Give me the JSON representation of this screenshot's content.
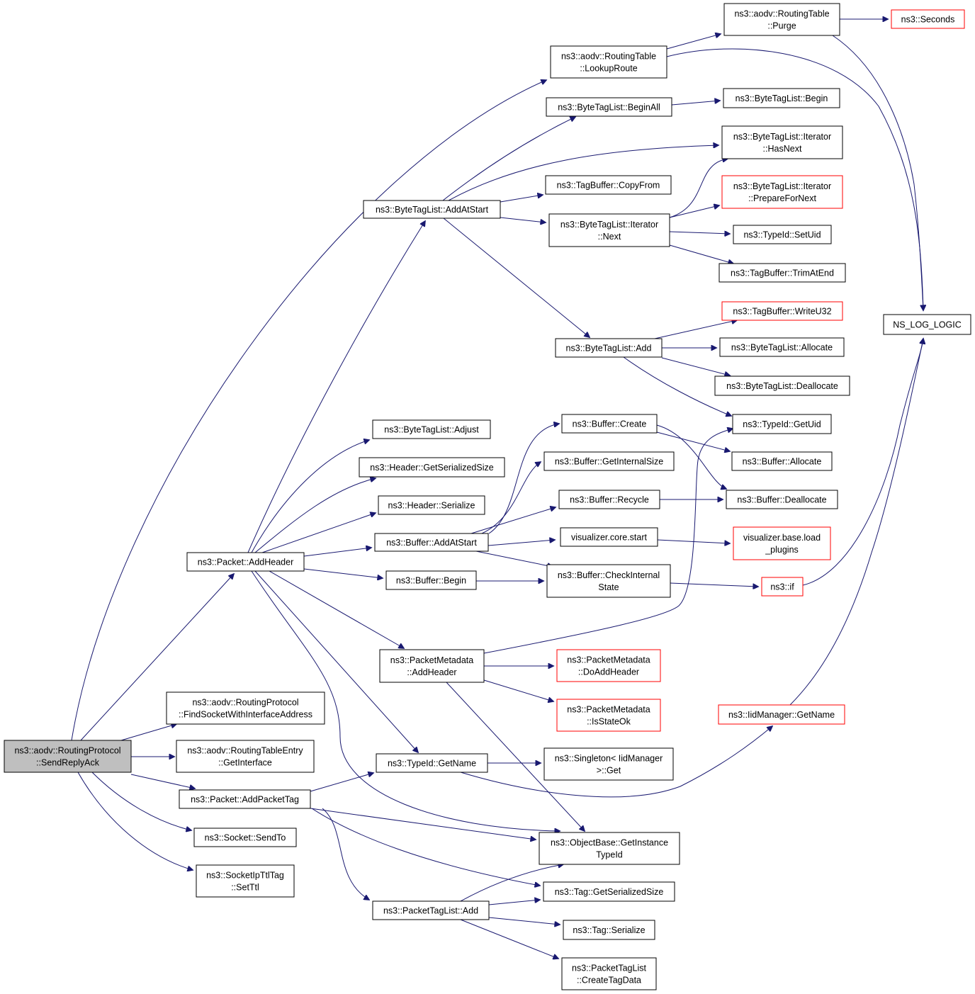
{
  "colors": {
    "edge": "#191970",
    "node_border": "#000000",
    "node_border_truncated": "#ff0000",
    "root_fill": "#bfbfbf",
    "node_fill": "#ffffff"
  },
  "nodes": [
    {
      "id": "root",
      "lines": [
        "ns3::aodv::RoutingProtocol",
        "::SendReplyAck"
      ],
      "style": "root"
    },
    {
      "id": "lookuproute",
      "lines": [
        "ns3::aodv::RoutingTable",
        "::LookupRoute"
      ],
      "style": "normal"
    },
    {
      "id": "purge",
      "lines": [
        "ns3::aodv::RoutingTable",
        "::Purge"
      ],
      "style": "normal"
    },
    {
      "id": "seconds",
      "lines": [
        "ns3::Seconds"
      ],
      "style": "truncated"
    },
    {
      "id": "nslog",
      "lines": [
        "NS_LOG_LOGIC"
      ],
      "style": "normal"
    },
    {
      "id": "beginall",
      "lines": [
        "ns3::ByteTagList::BeginAll"
      ],
      "style": "normal"
    },
    {
      "id": "btlbegin",
      "lines": [
        "ns3::ByteTagList::Begin"
      ],
      "style": "normal"
    },
    {
      "id": "hasnext",
      "lines": [
        "ns3::ByteTagList::Iterator",
        "::HasNext"
      ],
      "style": "normal"
    },
    {
      "id": "copyfrom",
      "lines": [
        "ns3::TagBuffer::CopyFrom"
      ],
      "style": "normal"
    },
    {
      "id": "prepare",
      "lines": [
        "ns3::ByteTagList::Iterator",
        "::PrepareForNext"
      ],
      "style": "truncated"
    },
    {
      "id": "addatstart",
      "lines": [
        "ns3::ByteTagList::AddAtStart"
      ],
      "style": "normal"
    },
    {
      "id": "iternext",
      "lines": [
        "ns3::ByteTagList::Iterator",
        "::Next"
      ],
      "style": "normal"
    },
    {
      "id": "setuid",
      "lines": [
        "ns3::TypeId::SetUid"
      ],
      "style": "normal"
    },
    {
      "id": "trimatend",
      "lines": [
        "ns3::TagBuffer::TrimAtEnd"
      ],
      "style": "normal"
    },
    {
      "id": "writeu32",
      "lines": [
        "ns3::TagBuffer::WriteU32"
      ],
      "style": "truncated"
    },
    {
      "id": "btladd",
      "lines": [
        "ns3::ByteTagList::Add"
      ],
      "style": "normal"
    },
    {
      "id": "btlallocate",
      "lines": [
        "ns3::ByteTagList::Allocate"
      ],
      "style": "normal"
    },
    {
      "id": "btldeallocate",
      "lines": [
        "ns3::ByteTagList::Deallocate"
      ],
      "style": "normal"
    },
    {
      "id": "adjust",
      "lines": [
        "ns3::ByteTagList::Adjust"
      ],
      "style": "normal"
    },
    {
      "id": "bufcreate",
      "lines": [
        "ns3::Buffer::Create"
      ],
      "style": "normal"
    },
    {
      "id": "getuid",
      "lines": [
        "ns3::TypeId::GetUid"
      ],
      "style": "normal"
    },
    {
      "id": "hdrgetsize",
      "lines": [
        "ns3::Header::GetSerializedSize"
      ],
      "style": "normal"
    },
    {
      "id": "bufgetinternal",
      "lines": [
        "ns3::Buffer::GetInternalSize"
      ],
      "style": "normal"
    },
    {
      "id": "bufallocate",
      "lines": [
        "ns3::Buffer::Allocate"
      ],
      "style": "normal"
    },
    {
      "id": "hdrserialize",
      "lines": [
        "ns3::Header::Serialize"
      ],
      "style": "normal"
    },
    {
      "id": "bufrecycle",
      "lines": [
        "ns3::Buffer::Recycle"
      ],
      "style": "normal"
    },
    {
      "id": "bufdeallocate",
      "lines": [
        "ns3::Buffer::Deallocate"
      ],
      "style": "normal"
    },
    {
      "id": "bufaddatstart",
      "lines": [
        "ns3::Buffer::AddAtStart"
      ],
      "style": "normal"
    },
    {
      "id": "vizstart",
      "lines": [
        "visualizer.core.start"
      ],
      "style": "normal"
    },
    {
      "id": "vizload",
      "lines": [
        "visualizer.base.load",
        "_plugins"
      ],
      "style": "truncated"
    },
    {
      "id": "pktaddheader",
      "lines": [
        "ns3::Packet::AddHeader"
      ],
      "style": "normal"
    },
    {
      "id": "bufbegin",
      "lines": [
        "ns3::Buffer::Begin"
      ],
      "style": "normal"
    },
    {
      "id": "bufcheck",
      "lines": [
        "ns3::Buffer::CheckInternal",
        "State"
      ],
      "style": "normal"
    },
    {
      "id": "nsif",
      "lines": [
        "ns3::if"
      ],
      "style": "truncated"
    },
    {
      "id": "pmaddheader",
      "lines": [
        "ns3::PacketMetadata",
        "::AddHeader"
      ],
      "style": "normal"
    },
    {
      "id": "pmdoadd",
      "lines": [
        "ns3::PacketMetadata",
        "::DoAddHeader"
      ],
      "style": "truncated"
    },
    {
      "id": "pmisok",
      "lines": [
        "ns3::PacketMetadata",
        "::IsStateOk"
      ],
      "style": "truncated"
    },
    {
      "id": "findsocket",
      "lines": [
        "ns3::aodv::RoutingProtocol",
        "::FindSocketWithInterfaceAddress"
      ],
      "style": "normal"
    },
    {
      "id": "iidgetname",
      "lines": [
        "ns3::IidManager::GetName"
      ],
      "style": "truncated"
    },
    {
      "id": "getinterface",
      "lines": [
        "ns3::aodv::RoutingTableEntry",
        "::GetInterface"
      ],
      "style": "normal"
    },
    {
      "id": "typeidgetname",
      "lines": [
        "ns3::TypeId::GetName"
      ],
      "style": "normal"
    },
    {
      "id": "singleton",
      "lines": [
        "ns3::Singleton< IidManager",
        ">::Get"
      ],
      "style": "normal"
    },
    {
      "id": "addpackettag",
      "lines": [
        "ns3::Packet::AddPacketTag"
      ],
      "style": "normal"
    },
    {
      "id": "getinstance",
      "lines": [
        "ns3::ObjectBase::GetInstance",
        "TypeId"
      ],
      "style": "normal"
    },
    {
      "id": "sendto",
      "lines": [
        "ns3::Socket::SendTo"
      ],
      "style": "normal"
    },
    {
      "id": "taggetsize",
      "lines": [
        "ns3::Tag::GetSerializedSize"
      ],
      "style": "normal"
    },
    {
      "id": "setttl",
      "lines": [
        "ns3::SocketIpTtlTag",
        "::SetTtl"
      ],
      "style": "normal"
    },
    {
      "id": "ptladd",
      "lines": [
        "ns3::PacketTagList::Add"
      ],
      "style": "normal"
    },
    {
      "id": "tagserialize",
      "lines": [
        "ns3::Tag::Serialize"
      ],
      "style": "normal"
    },
    {
      "id": "createtagdata",
      "lines": [
        "ns3::PacketTagList",
        "::CreateTagData"
      ],
      "style": "normal"
    }
  ]
}
